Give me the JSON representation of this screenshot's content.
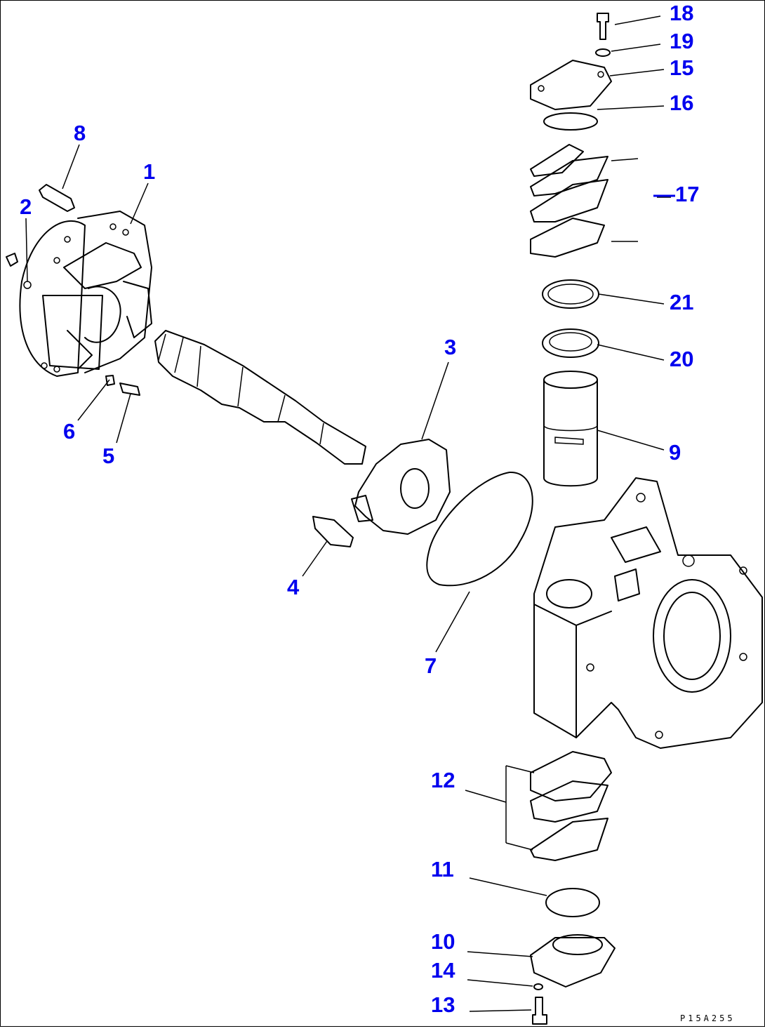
{
  "callouts": {
    "n1": "1",
    "n2": "2",
    "n3": "3",
    "n4": "4",
    "n5": "5",
    "n6": "6",
    "n7": "7",
    "n8": "8",
    "n9": "9",
    "n10": "10",
    "n11": "11",
    "n12": "12",
    "n13": "13",
    "n14": "14",
    "n15": "15",
    "n16": "16",
    "n17": "—17",
    "n18": "18",
    "n19": "19",
    "n20": "20",
    "n21": "21"
  },
  "drawing_code": "P15A255",
  "colors": {
    "callout": "#0000ee",
    "line": "#000000",
    "background": "#ffffff"
  }
}
